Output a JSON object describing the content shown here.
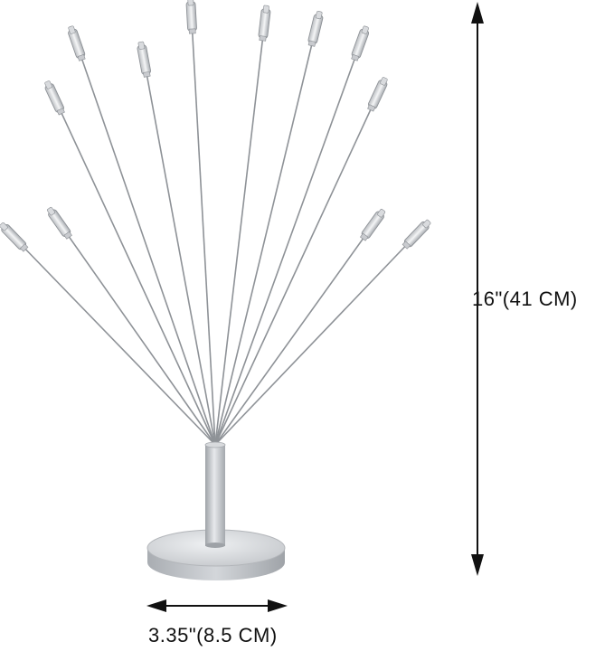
{
  "product": {
    "image": "photo-clip-holder-stand",
    "clip_count": 12,
    "colors": {
      "metal": "#c9cbcf",
      "base": "#bfc2c6",
      "clip": "#e3e5e8",
      "arrow": "#111111"
    }
  },
  "dimensions": {
    "height_label": "16\"(41 CM)",
    "width_label": "3.35\"(8.5 CM)"
  }
}
